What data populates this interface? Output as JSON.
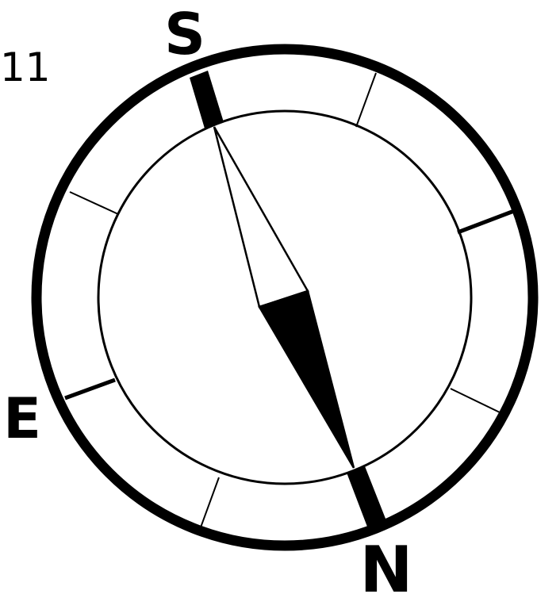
{
  "figure": {
    "number": "11"
  },
  "compass": {
    "labels": {
      "south": "S",
      "east": "E",
      "north": "N"
    }
  },
  "colors": {
    "ink": "#000000",
    "paper": "#ffffff"
  }
}
